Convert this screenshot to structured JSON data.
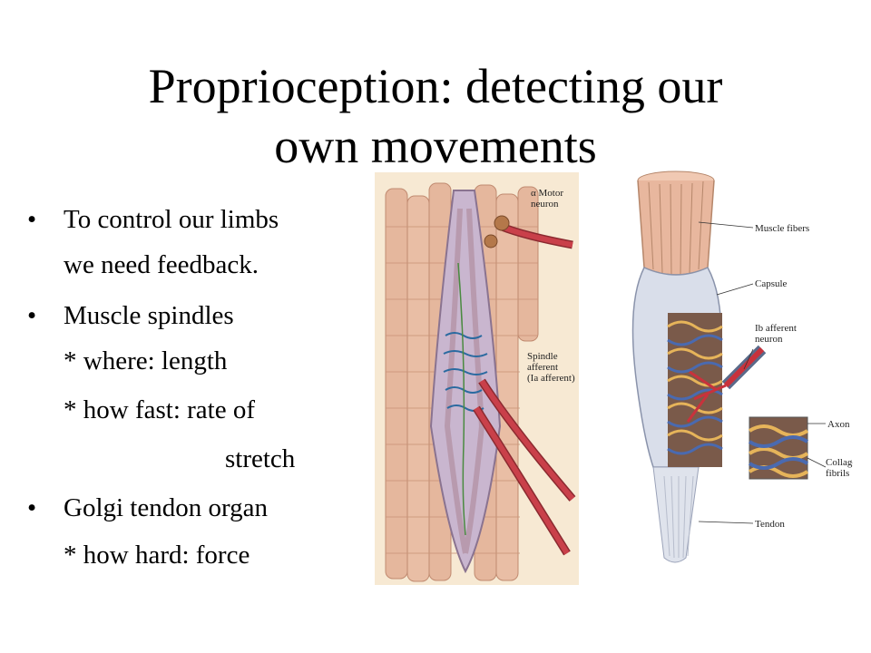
{
  "title": {
    "line1": "Proprioception: detecting our",
    "line2": "own movements"
  },
  "bullets": [
    {
      "text": "To control our limbs"
    },
    {
      "text": "we need feedback."
    },
    {
      "text": "Muscle spindles"
    },
    {
      "text": "* where: length"
    },
    {
      "text": "* how fast: rate of"
    },
    {
      "text": "stretch"
    },
    {
      "text": "Golgi tendon organ"
    },
    {
      "text": "* how hard: force"
    }
  ],
  "bullet_glyph": "•",
  "spindle_figure": {
    "labels": {
      "motor_line1": "α Motor",
      "motor_line2": "neuron",
      "aff_line1": "Spindle",
      "aff_line2": "afferent",
      "aff_line3": "(Ia afferent)"
    },
    "colors": {
      "background": "#f7e9d3",
      "muscle": "#e5b79d",
      "spindle": "#c9b6cf",
      "nerve": "#c9404a"
    }
  },
  "tendon_figure": {
    "labels": {
      "muscle_fibers": "Muscle fibers",
      "capsule": "Capsule",
      "ib_line1": "Ib afferent",
      "ib_line2": "neuron",
      "axon": "Axon",
      "collagen_line1": "Collagen",
      "collagen_line2": "fibrils",
      "tendon": "Tendon"
    },
    "colors": {
      "capsule": "#d9deea",
      "muscle": "#e8b79e",
      "tendon": "#dfe3ec",
      "axon": "#c8323c"
    }
  }
}
